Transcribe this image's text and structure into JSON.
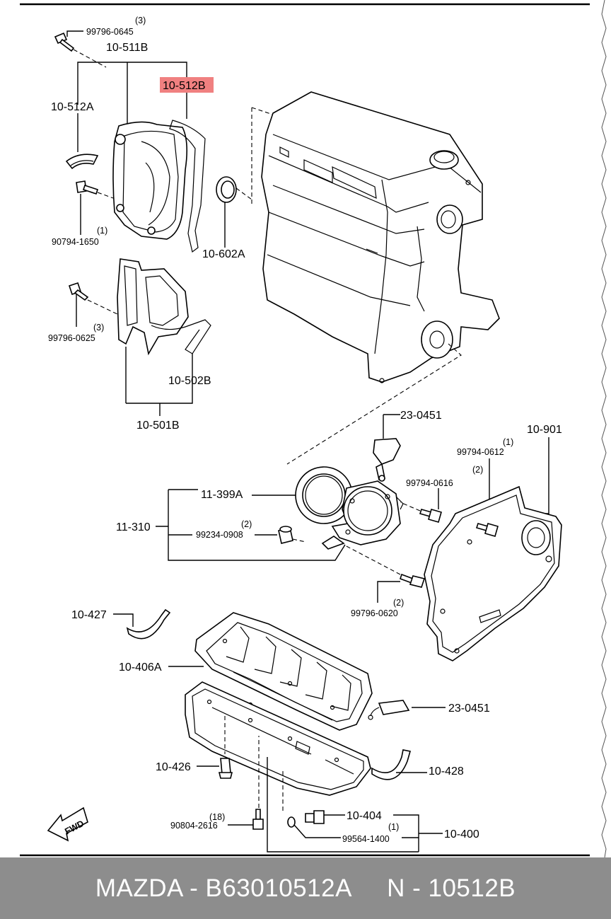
{
  "colors": {
    "highlight": "#f08080",
    "footer_bg": "#8d8d8d",
    "footer_text": "#ffffff"
  },
  "labels": {
    "q_0645": "(3)",
    "p_0645": "99796-0645",
    "p_511b": "10-511B",
    "p_512b": "10-512B",
    "p_512a": "10-512A",
    "q_1650": "(1)",
    "p_1650": "90794-1650",
    "p_602a": "10-602A",
    "q_0625": "(3)",
    "p_0625": "99796-0625",
    "p_502b": "10-502B",
    "p_501b": "10-501B",
    "p_23_0451_a": "23-0451",
    "p_901": "10-901",
    "q_0612": "(1)",
    "p_0612": "99794-0612",
    "q_0616": "(2)",
    "p_0616": "99794-0616",
    "p_399a": "11-399A",
    "p_11310": "11-310",
    "q_0908": "(2)",
    "p_0908": "99234-0908",
    "q_0620": "(2)",
    "p_0620": "99796-0620",
    "p_427": "10-427",
    "p_406a": "10-406A",
    "p_23_0451_b": "23-0451",
    "p_426": "10-426",
    "p_428": "10-428",
    "q_2616": "(18)",
    "p_2616": "90804-2616",
    "p_404": "10-404",
    "q_1400": "(1)",
    "p_1400": "99564-1400",
    "p_400": "10-400",
    "fwd": "FWD"
  },
  "icons": {
    "fwd_arrow": "fwd-arrow-icon"
  },
  "footer": {
    "text": "MAZDA - B63010512A     N - 10512B"
  }
}
